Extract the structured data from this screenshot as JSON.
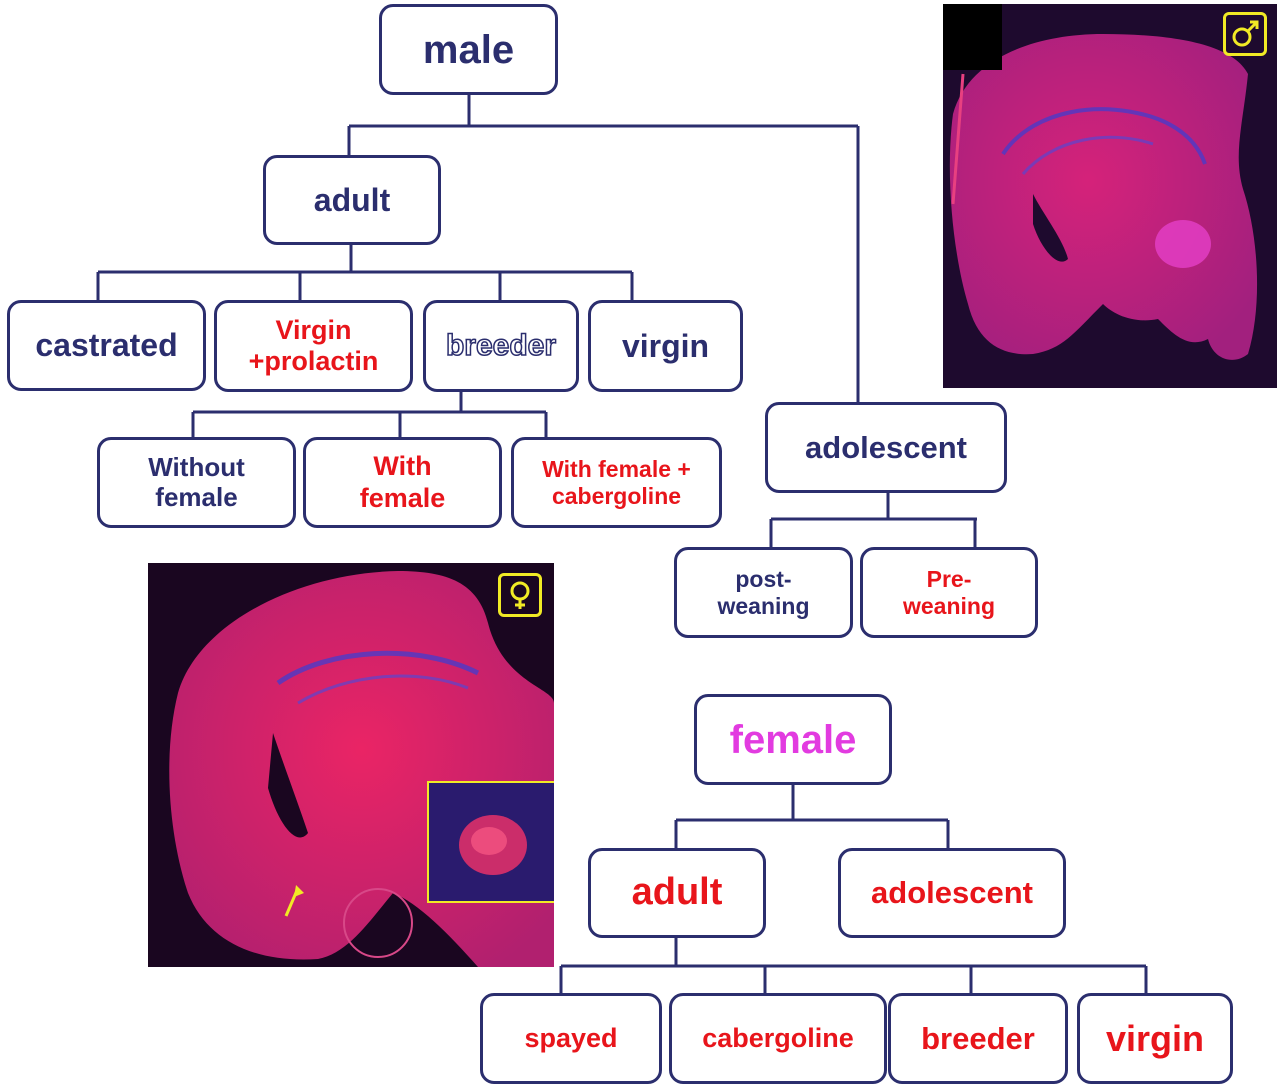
{
  "male_tree": {
    "root": "male",
    "adult": "adult",
    "castrated": "castrated",
    "virgin_prolactin": "Virgin\n+prolactin",
    "breeder": "breeder",
    "virgin": "virgin",
    "without_female": "Without\nfemale",
    "with_female": "With\nfemale",
    "with_female_cabergoline": "With female +\ncabergoline",
    "adolescent": "adolescent",
    "post_weaning": "post-\nweaning",
    "pre_weaning": "Pre-\nweaning"
  },
  "female_tree": {
    "root": "female",
    "adult": "adult",
    "adolescent": "adolescent",
    "spayed": "spayed",
    "cabergoline": "cabergoline",
    "breeder": "breeder",
    "virgin": "virgin"
  },
  "images": {
    "male_brain_symbol": "male-symbol-icon",
    "female_brain_symbol": "female-symbol-icon"
  },
  "colors": {
    "navy": "#2b2e6e",
    "red": "#e8151b",
    "magenta": "#e23be0",
    "symbol_yellow": "#f1ea25"
  }
}
